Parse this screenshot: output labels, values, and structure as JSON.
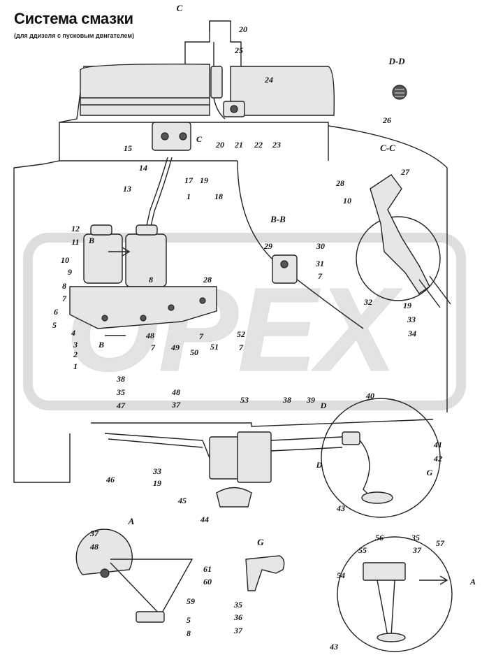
{
  "title": "Система смазки",
  "subtitle": "(для ддизеля с пусковым  двигателем)",
  "watermark": "OPEX",
  "sections": [
    "C",
    "D-D",
    "C-C",
    "B-B",
    "A",
    "G"
  ],
  "labels": [
    "20",
    "25",
    "24",
    "23",
    "22",
    "21",
    "20",
    "C",
    "15",
    "14",
    "17",
    "1",
    "19",
    "18",
    "13",
    "12",
    "B",
    "11",
    "10",
    "9",
    "8",
    "7",
    "6",
    "5",
    "4",
    "3",
    "2",
    "1",
    "B",
    "8",
    "28",
    "48",
    "7",
    "49",
    "50",
    "7",
    "51",
    "52",
    "7",
    "26",
    "28",
    "27",
    "10",
    "29",
    "30",
    "31",
    "7",
    "32",
    "19",
    "33",
    "34",
    "38",
    "35",
    "47",
    "48",
    "37",
    "53",
    "38",
    "39",
    "40",
    "D",
    "D",
    "41",
    "42",
    "G",
    "46",
    "33",
    "19",
    "45",
    "44",
    "43",
    "37",
    "48",
    "61",
    "60",
    "59",
    "5",
    "8",
    "35",
    "36",
    "37",
    "56",
    "35",
    "55",
    "37",
    "57",
    "54",
    "A",
    "43"
  ]
}
